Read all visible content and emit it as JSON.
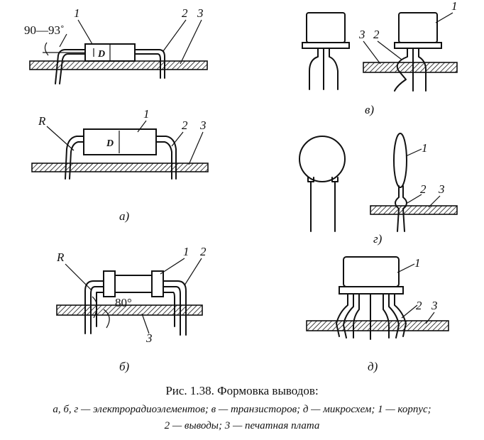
{
  "figure": {
    "caption_title": "Рис. 1.38. Формовка выводов:",
    "caption_text_line1": "а, б, г — электрорадиоэлементов; в — транзисторов; д — микросхем; 1 — корпус;",
    "caption_text_line2": "2 — выводы; 3 — печатная плата"
  },
  "labels": {
    "one": "1",
    "two": "2",
    "three": "3",
    "d": "D",
    "r": "R",
    "angle_range": "90—93˚",
    "angle_80": "80°",
    "sub_a": "а)",
    "sub_b": "б)",
    "sub_v": "в)",
    "sub_g": "г)",
    "sub_d": "д)"
  }
}
